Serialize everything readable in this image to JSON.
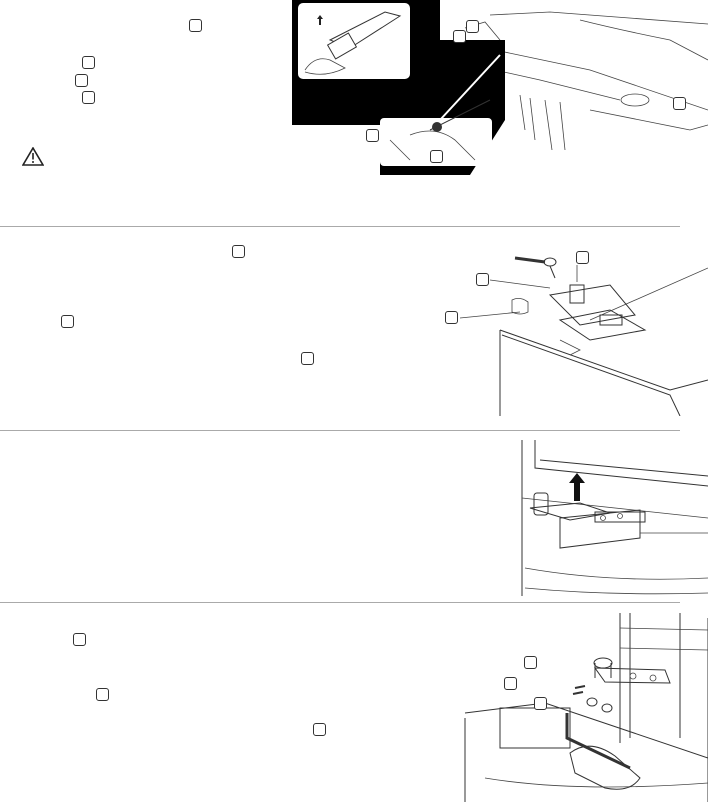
{
  "page": {
    "sections": [
      {
        "id": "step-1",
        "name": "water-line-disconnect-step"
      },
      {
        "id": "step-2",
        "name": "top-hinge-removal-step"
      },
      {
        "id": "step-3",
        "name": "door-lift-step"
      },
      {
        "id": "step-4",
        "name": "bottom-hinge-removal-step"
      }
    ],
    "icons": {
      "warning": "warning-triangle-icon",
      "arrow_up": "up-arrow-icon"
    }
  },
  "colors": {
    "inset_background": "#000000",
    "line_art": "#333333",
    "divider": "#aaaaaa"
  }
}
